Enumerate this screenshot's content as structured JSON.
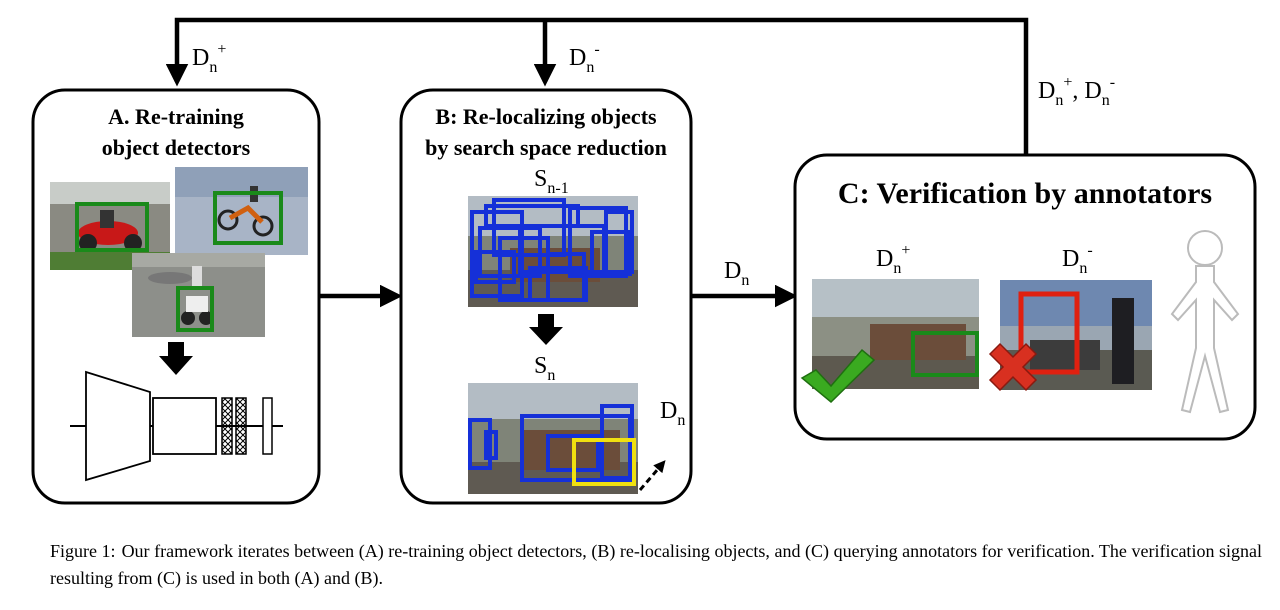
{
  "panels": {
    "a": {
      "title_line1": "A.  Re-training",
      "title_line2": "object detectors"
    },
    "b": {
      "title_line1": "B: Re-localizing objects",
      "title_line2": "by search space reduction"
    },
    "c": {
      "title": "C: Verification by annotators"
    }
  },
  "labels": {
    "dn_plus_top": {
      "base": "D",
      "sub": "n",
      "sup": "+"
    },
    "dn_minus_top": {
      "base": "D",
      "sub": "n",
      "sup": "-"
    },
    "dn_both": {
      "base1": "D",
      "sub1": "n",
      "sup1": "+",
      "sep": ", ",
      "base2": "D",
      "sub2": "n",
      "sup2": "-"
    },
    "dn_mid": {
      "base": "D",
      "sub": "n"
    },
    "s_prev": {
      "base": "S",
      "sub": "n-1"
    },
    "s_cur": {
      "base": "S",
      "sub": "n"
    },
    "dn_out": {
      "base": "D",
      "sub": "n"
    },
    "dn_plus_c": {
      "base": "D",
      "sub": "n",
      "sup": "+"
    },
    "dn_minus_c": {
      "base": "D",
      "sub": "n",
      "sup": "-"
    }
  },
  "icons": [
    "check-icon",
    "cross-icon",
    "annotator-figure-icon",
    "down-arrow-icon",
    "cnn-network-icon"
  ],
  "colors": {
    "detector_box": "#1a8a1a",
    "proposal_box": "#1530d8",
    "selected_box": "#f0e010",
    "rejected_box": "#e02010",
    "accept": "#3aaa20",
    "reject": "#d83020"
  },
  "caption": {
    "label": "Figure 1:",
    "text": "Our framework iterates between (A) re-training object detectors, (B) re-localising objects, and (C) querying annotators for verification. The verification signal resulting from (C) is used in both (A) and (B)."
  }
}
